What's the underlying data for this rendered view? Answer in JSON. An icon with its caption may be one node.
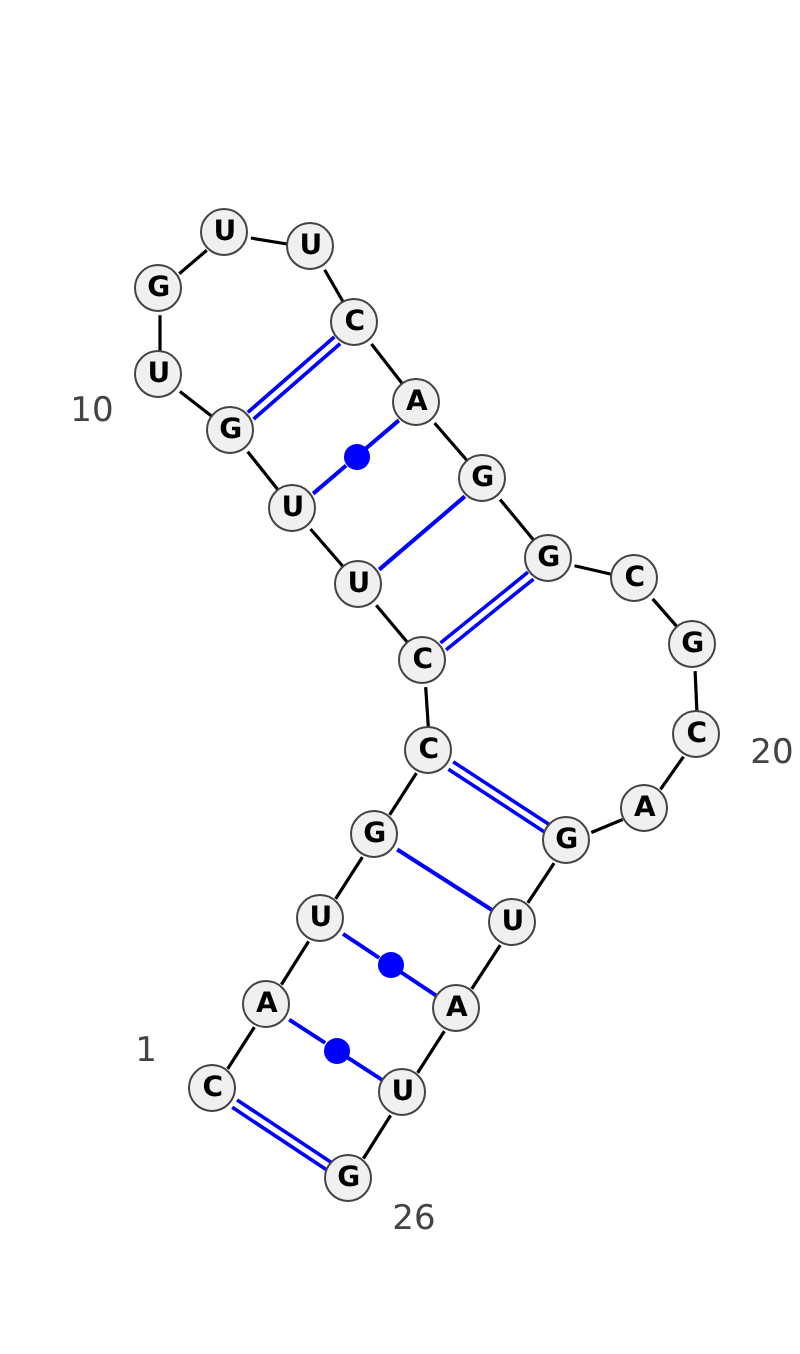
{
  "diagram": {
    "nodes": [
      {
        "text": [
          "C"
        ],
        "beside": [
          "1"
        ]
      },
      {
        "text": [
          "A"
        ]
      },
      {
        "text": [
          "U"
        ]
      },
      {
        "text": [
          "G"
        ]
      },
      {
        "text": [
          "C"
        ]
      },
      {
        "text": [
          "C"
        ]
      },
      {
        "text": [
          "U"
        ]
      },
      {
        "text": [
          "U"
        ]
      },
      {
        "text": [
          "G"
        ]
      },
      {
        "text": [
          "U"
        ],
        "beside": [
          "10"
        ]
      },
      {
        "text": [
          "G"
        ]
      },
      {
        "text": [
          "U"
        ]
      },
      {
        "text": [
          "U"
        ]
      },
      {
        "text": [
          "C"
        ]
      },
      {
        "text": [
          "A"
        ]
      },
      {
        "text": [
          "G"
        ]
      },
      {
        "text": [
          "G"
        ]
      },
      {
        "text": [
          "C"
        ]
      },
      {
        "text": [
          "G"
        ]
      },
      {
        "text": [
          "C"
        ],
        "beside": [
          "20"
        ]
      },
      {
        "text": [
          "A"
        ]
      },
      {
        "text": [
          "G"
        ]
      },
      {
        "text": [
          "U"
        ]
      },
      {
        "text": [
          "A"
        ]
      },
      {
        "text": [
          "U"
        ]
      },
      {
        "text": [
          "G"
        ],
        "beside": [
          "26"
        ]
      },
      {
        "text": [],
        "shape": "circle"
      },
      {
        "text": [],
        "shape": "circle"
      },
      {
        "text": [],
        "shape": "circle"
      }
    ],
    "edges": [
      {
        "from": 0,
        "to": 1,
        "arrow": "none"
      },
      {
        "from": 1,
        "to": 2,
        "arrow": "none"
      },
      {
        "from": 2,
        "to": 3,
        "arrow": "none"
      },
      {
        "from": 3,
        "to": 4,
        "arrow": "none"
      },
      {
        "from": 4,
        "to": 5,
        "arrow": "none"
      },
      {
        "from": 5,
        "to": 6,
        "arrow": "none"
      },
      {
        "from": 6,
        "to": 7,
        "arrow": "none"
      },
      {
        "from": 7,
        "to": 8,
        "arrow": "none"
      },
      {
        "from": 8,
        "to": 9,
        "arrow": "none"
      },
      {
        "from": 9,
        "to": 10,
        "arrow": "none"
      },
      {
        "from": 10,
        "to": 11,
        "arrow": "none"
      },
      {
        "from": 11,
        "to": 12,
        "arrow": "none"
      },
      {
        "from": 12,
        "to": 13,
        "arrow": "none"
      },
      {
        "from": 13,
        "to": 14,
        "arrow": "none"
      },
      {
        "from": 14,
        "to": 15,
        "arrow": "none"
      },
      {
        "from": 15,
        "to": 16,
        "arrow": "none"
      },
      {
        "from": 16,
        "to": 17,
        "arrow": "none"
      },
      {
        "from": 17,
        "to": 18,
        "arrow": "none"
      },
      {
        "from": 18,
        "to": 19,
        "arrow": "none"
      },
      {
        "from": 19,
        "to": 20,
        "arrow": "none"
      },
      {
        "from": 20,
        "to": 21,
        "arrow": "none"
      },
      {
        "from": 21,
        "to": 22,
        "arrow": "none"
      },
      {
        "from": 22,
        "to": 23,
        "arrow": "none"
      },
      {
        "from": 23,
        "to": 24,
        "arrow": "none"
      },
      {
        "from": 24,
        "to": 25,
        "arrow": "none"
      },
      {
        "from": 0,
        "to": 25,
        "arrow": "none",
        "color": "#0000ff"
      },
      {
        "from": 0,
        "to": 25,
        "arrow": "none",
        "color": "#0000ff"
      },
      {
        "from": 1,
        "to": 28,
        "arrow": "none",
        "color": "#0000ff"
      },
      {
        "from": 28,
        "to": 24,
        "arrow": "none",
        "color": "#0000ff"
      },
      {
        "from": 2,
        "to": 27,
        "arrow": "none",
        "color": "#0000ff"
      },
      {
        "from": 27,
        "to": 23,
        "arrow": "none",
        "color": "#0000ff"
      },
      {
        "from": 3,
        "to": 22,
        "arrow": "none",
        "color": "#0000ff"
      },
      {
        "from": 4,
        "to": 21,
        "arrow": "none",
        "color": "#0000ff"
      },
      {
        "from": 4,
        "to": 21,
        "arrow": "none",
        "color": "#0000ff"
      },
      {
        "from": 5,
        "to": 16,
        "arrow": "none",
        "color": "#0000ff"
      },
      {
        "from": 5,
        "to": 16,
        "arrow": "none",
        "color": "#0000ff"
      },
      {
        "from": 6,
        "to": 15,
        "arrow": "none",
        "color": "#0000ff"
      },
      {
        "from": 7,
        "to": 26,
        "arrow": "none",
        "color": "#0000ff"
      },
      {
        "from": 26,
        "to": 14,
        "arrow": "none",
        "color": "#0000ff"
      },
      {
        "from": 8,
        "to": 13,
        "arrow": "none",
        "color": "#0000ff"
      },
      {
        "from": 8,
        "to": 13,
        "arrow": "none",
        "color": "#0000ff"
      }
    ]
  }
}
